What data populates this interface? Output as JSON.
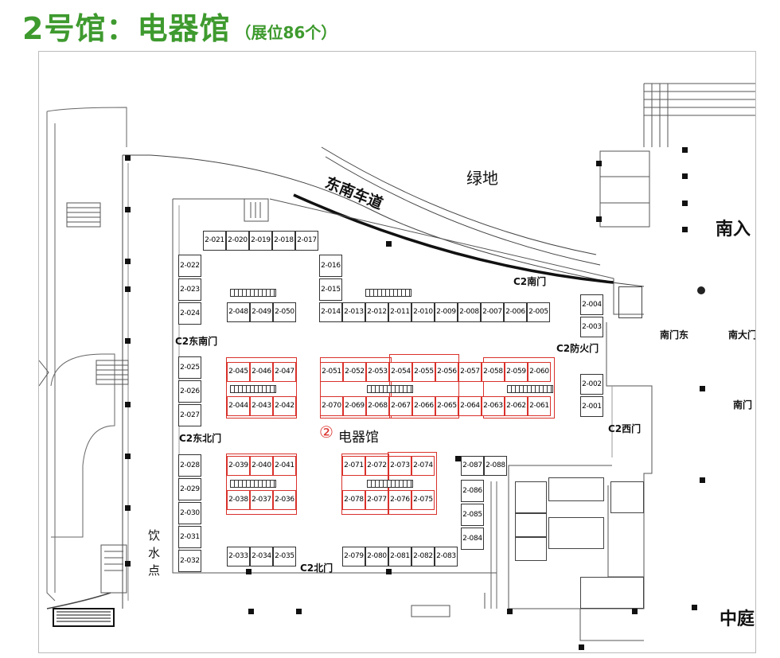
{
  "title": {
    "main": "2号馆：电器馆",
    "sub": "（展位86个）"
  },
  "labels": {
    "road": "东南车道",
    "green": "绿地",
    "hall": "电器馆",
    "hall_num": "②",
    "drink": "饮水点",
    "south_entrance": "南入",
    "middle": "中庭",
    "south_gate_east": "南门东",
    "south_hall": "南大门",
    "south_gate2": "南门"
  },
  "gates": {
    "c2_south": "C2南门",
    "c2_fire": "C2防火门",
    "c2_west": "C2西门",
    "c2_north": "C2北门",
    "c2_east_south": "C2东南门",
    "c2_east_north": "C2东北门"
  },
  "booths": {
    "top_row": [
      "2-021",
      "2-020",
      "2-019",
      "2-018",
      "2-017"
    ],
    "left_top": [
      "2-022",
      "2-023",
      "2-024"
    ],
    "mid_col": [
      "2-016",
      "2-015"
    ],
    "row_a": [
      "2-048",
      "2-049",
      "2-050"
    ],
    "row_b": [
      "2-014",
      "2-013",
      "2-012",
      "2-011",
      "2-010",
      "2-009",
      "2-008",
      "2-007",
      "2-006",
      "2-005"
    ],
    "right_top": [
      "2-004",
      "2-003"
    ],
    "left_mid": [
      "2-025",
      "2-026",
      "2-027"
    ],
    "g1_top": [
      "2-045",
      "2-046",
      "2-047"
    ],
    "g1_bot": [
      "2-044",
      "2-043",
      "2-042"
    ],
    "g2_top": [
      "2-051",
      "2-052",
      "2-053",
      "2-054",
      "2-055",
      "2-056",
      "2-057",
      "2-058",
      "2-059",
      "2-060"
    ],
    "g2_bot": [
      "2-070",
      "2-069",
      "2-068",
      "2-067",
      "2-066",
      "2-065",
      "2-064",
      "2-063",
      "2-062",
      "2-061"
    ],
    "right_mid": [
      "2-002",
      "2-001"
    ],
    "left_bot": [
      "2-028",
      "2-029",
      "2-030",
      "2-031",
      "2-032"
    ],
    "g3_top": [
      "2-039",
      "2-040",
      "2-041"
    ],
    "g3_bot": [
      "2-038",
      "2-037",
      "2-036"
    ],
    "g4_top": [
      "2-071",
      "2-072",
      "2-073",
      "2-074"
    ],
    "g4_bot": [
      "2-078",
      "2-077",
      "2-076",
      "2-075"
    ],
    "right_bot_top": [
      "2-087",
      "2-088"
    ],
    "right_bot_col": [
      "2-086",
      "2-085",
      "2-084"
    ],
    "bottom_left": [
      "2-033",
      "2-034",
      "2-035"
    ],
    "bottom_right": [
      "2-079",
      "2-080",
      "2-081",
      "2-082",
      "2-083"
    ]
  },
  "colors": {
    "title": "#3e9a2e",
    "highlight": "#d9312b"
  }
}
